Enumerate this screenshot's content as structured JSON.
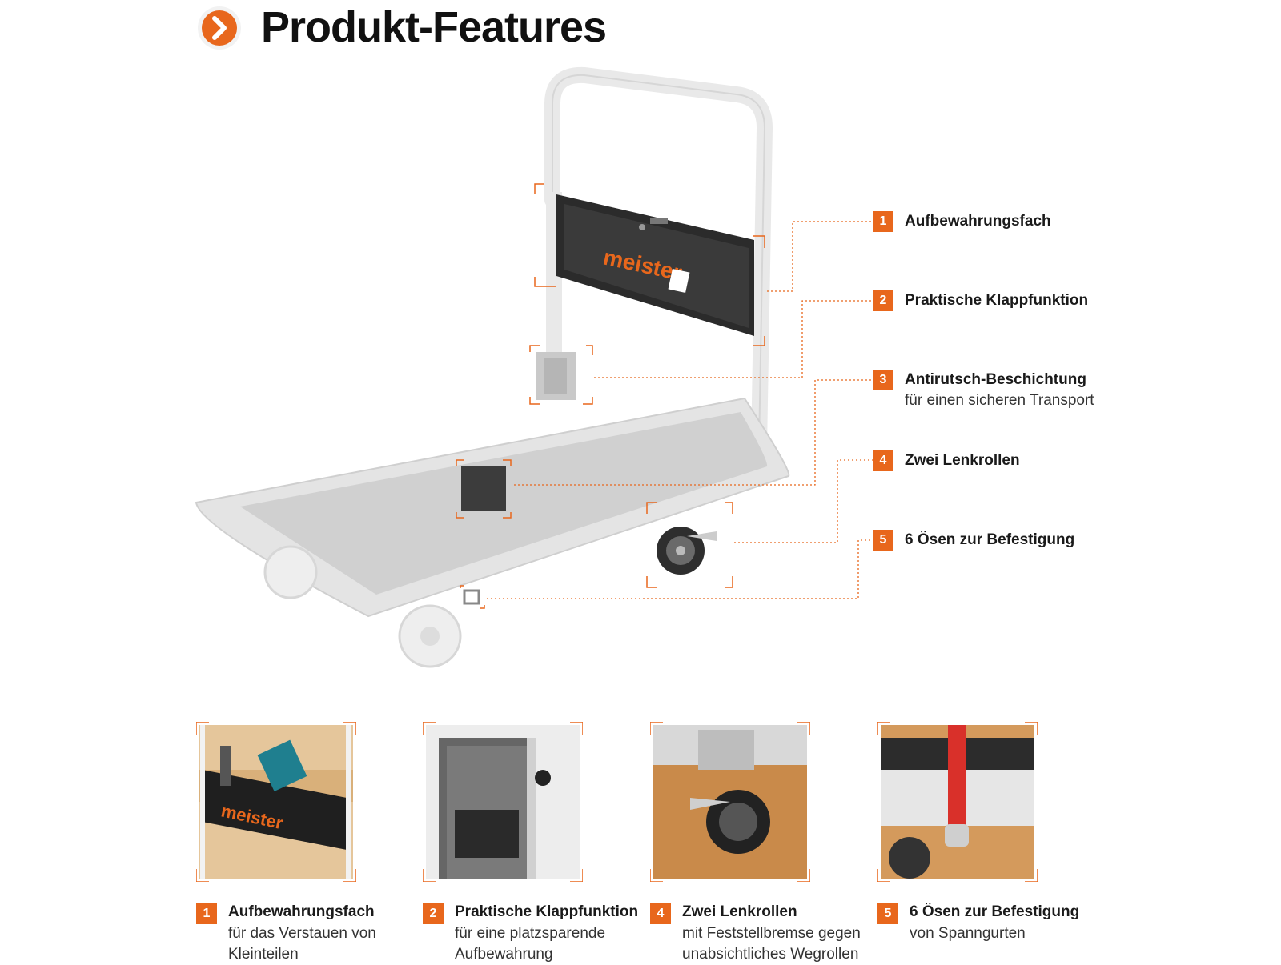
{
  "header": {
    "title": "Produkt-Features",
    "icon": "chevron-right-icon",
    "accent_color": "#e8671c"
  },
  "product": {
    "brand_logo_text": "meister",
    "features": [
      {
        "number": "1",
        "title": "Aufbewahrungsfach",
        "subtitle": ""
      },
      {
        "number": "2",
        "title": "Praktische Klappfunktion",
        "subtitle": ""
      },
      {
        "number": "3",
        "title": "Antirutsch-Beschichtung",
        "subtitle": "für einen sicheren Transport"
      },
      {
        "number": "4",
        "title": "Zwei Lenkrollen",
        "subtitle": ""
      },
      {
        "number": "5",
        "title": "6 Ösen zur Befestigung",
        "subtitle": ""
      }
    ]
  },
  "details": [
    {
      "number": "1",
      "title": "Aufbewahrungsfach",
      "desc_lines": [
        "für das Verstauen von",
        "Kleinteilen"
      ]
    },
    {
      "number": "2",
      "title": "Praktische Klappfunktion",
      "desc_lines": [
        "für eine platzsparende",
        "Aufbewahrung"
      ]
    },
    {
      "number": "4",
      "title": "Zwei Lenkrollen",
      "desc_lines": [
        "mit Feststellbremse gegen",
        "unabsichtliches Wegrollen"
      ]
    },
    {
      "number": "5",
      "title": "6 Ösen zur Befestigung",
      "desc_lines": [
        "von Spanngurten"
      ]
    }
  ]
}
